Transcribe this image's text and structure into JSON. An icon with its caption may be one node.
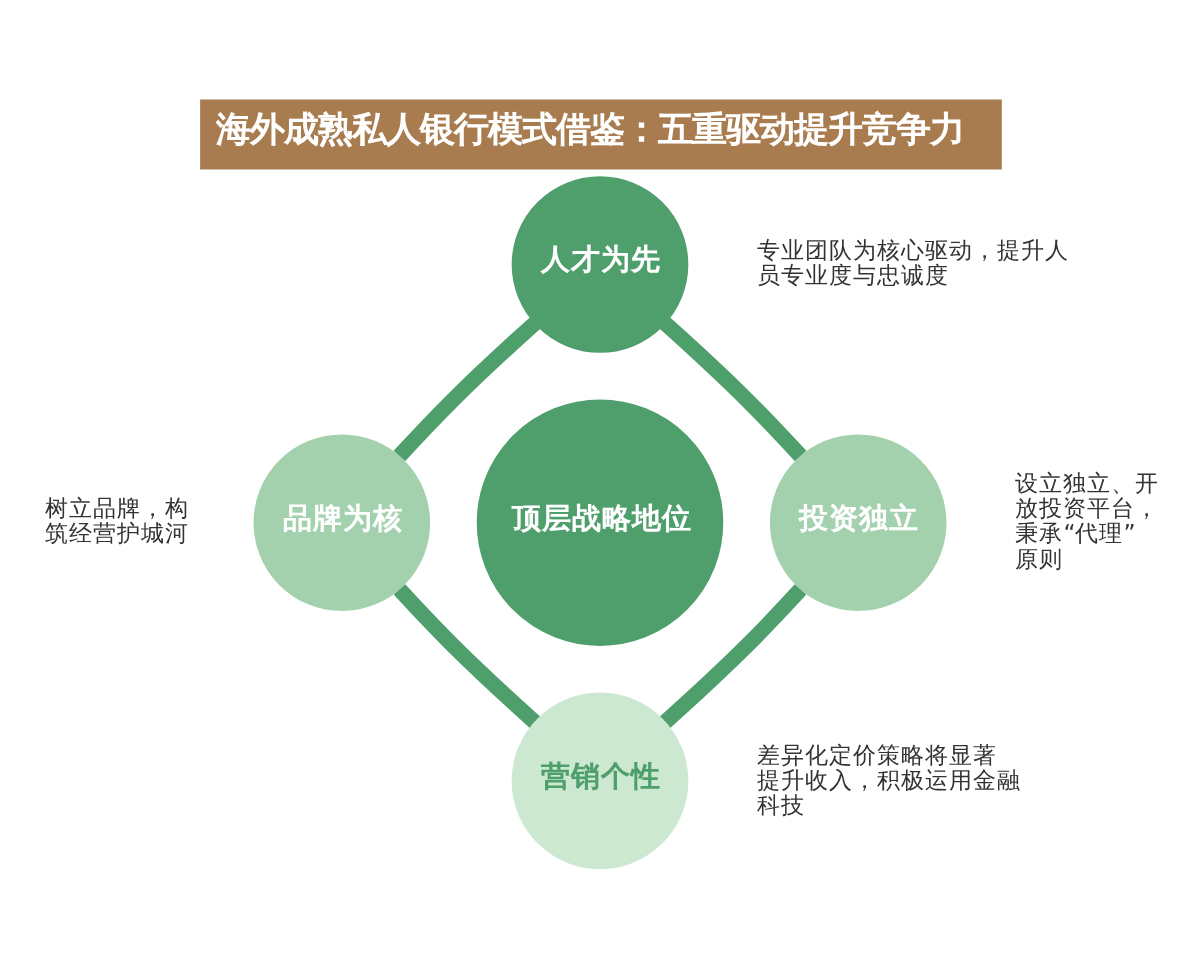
{
  "diagram": {
    "title": "海外成熟私人银行模式借鉴：五重驱动提升竞争力",
    "nodes": [
      {
        "text": [
          "人才为先"
        ],
        "beside": [
          "专业团队为核心驱动，提升人员专业度与忠诚度"
        ]
      },
      {
        "text": [
          "品牌为核"
        ],
        "beside": [
          "树立品牌，构筑经营护城河"
        ]
      },
      {
        "text": [
          "顶层战略地位"
        ]
      },
      {
        "text": [
          "投资独立"
        ],
        "beside": [
          "设立独立、开放投资平台，秉承“代理”原则"
        ]
      },
      {
        "text": [
          "营销个性"
        ],
        "beside": [
          "差异化定价策略将显著提升收入，积极运用金融科技"
        ]
      }
    ],
    "edges": [
      {
        "from": 0,
        "to": 1,
        "arrow": "none"
      },
      {
        "from": 0,
        "to": 3,
        "arrow": "none"
      },
      {
        "from": 1,
        "to": 4,
        "arrow": "none"
      },
      {
        "from": 3,
        "to": 4,
        "arrow": "none"
      }
    ]
  }
}
